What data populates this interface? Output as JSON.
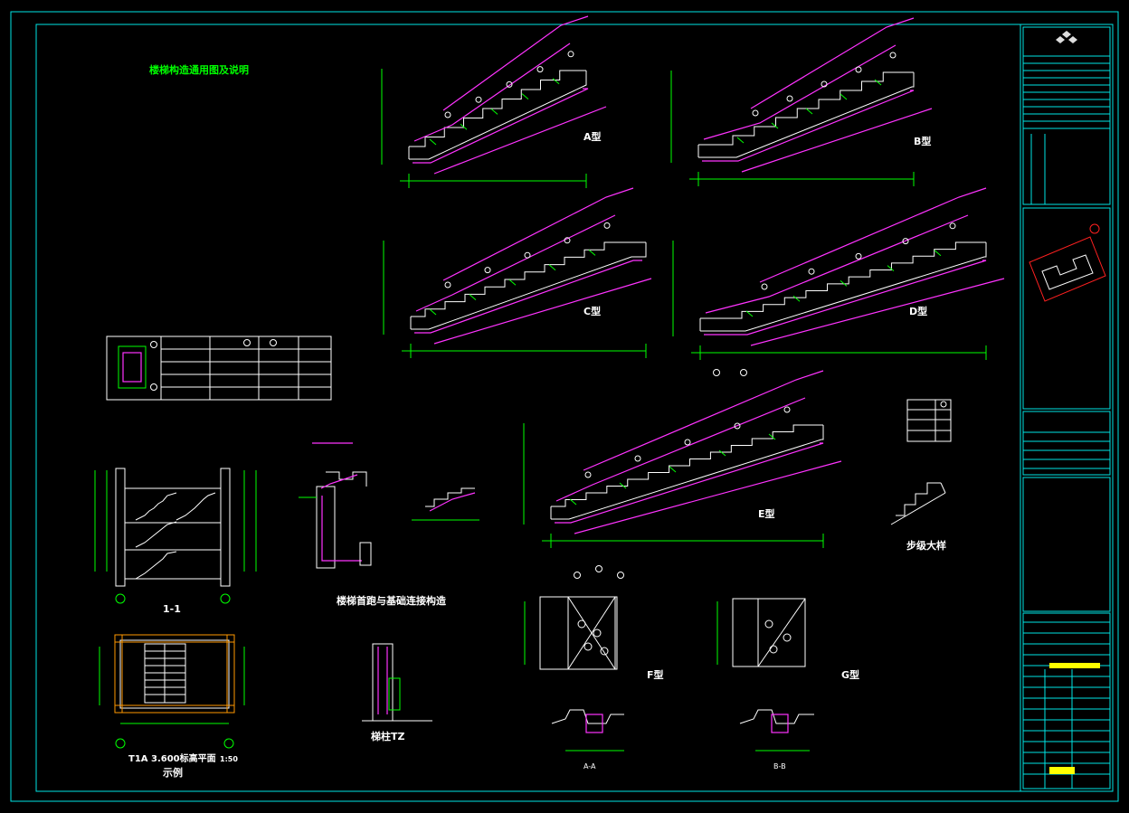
{
  "title": "楼梯构造通用图及说明",
  "types": {
    "a": "A型",
    "b": "B型",
    "c": "C型",
    "d": "D型",
    "e": "E型",
    "f": "F型",
    "g": "G型"
  },
  "section_1_1": "1-1",
  "plan_title": "T1A 3.600标高平面",
  "plan_scale": "1:50",
  "plan_note": "示例",
  "base_title": "楼梯首跑与基础连接构造",
  "column_title": "梯柱TZ",
  "step_detail": "步级大样",
  "section_aa": "A-A",
  "section_bb": "B-B",
  "colors": {
    "frame": "#00e5e5",
    "dim": "#00ff00",
    "rebar": "#ff33ff",
    "outline": "#ffffff",
    "text_title": "#00ff00"
  }
}
